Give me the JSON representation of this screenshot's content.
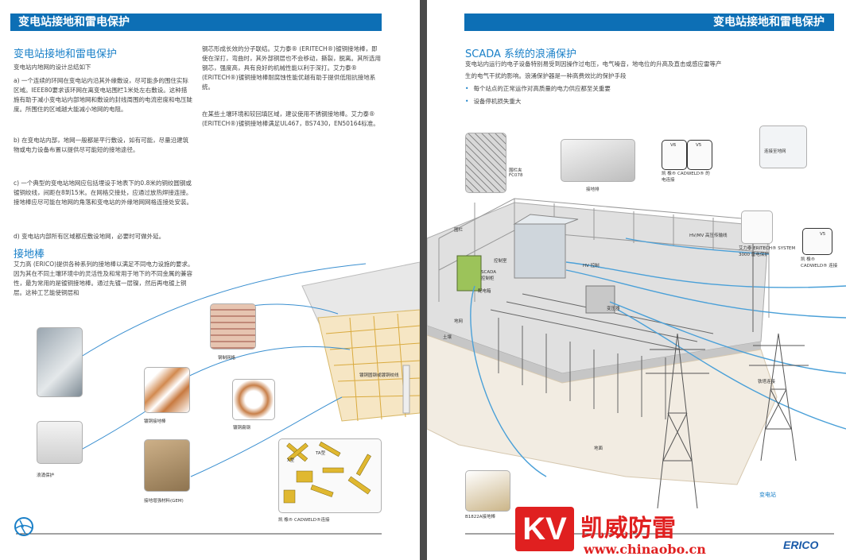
{
  "left_page": {
    "header": "变电站接地和雷电保护",
    "section1_title": "变电站接地和雷电保护",
    "intro": "变电站内地网的设计总结如下",
    "para_a": "a) 一个连续的环网在变电站内沿其外缘敷设，尽可能多的围住实际区域。IEEE80要求该环网在离变电站围栏1米处左右敷设。这种措施有助于减小变电站内部地网和敷设的封线周围的电流密度和电压陡度。所围住的区域越大能减小地网的电阻。",
    "para_b": "b) 在变电站内部，地网一般都是平行敷设，如有可能，尽量沿建筑物或电力设备布置以提供尽可能短的接地途径。",
    "para_c": "c) 一个典型的变电站地网应包括埋设于地表下的0.8米的铜绞圆钢或镀铜绞线，间距在8到15米。在网格交接处，应通过放热焊接连接。接地棒应尽可能在地网的角落和变电站的外缘地网网格连接处安装。",
    "para_d": "d) 变电站内部所有区域都应敷设地网，必要时可做外延。",
    "section2_title": "接地棒",
    "rod_text": "艾力高 (ERICO)提供各种系列的接地棒以满足不同电力设施的要求。因为其在不同土壤环境中的灵活性及和常用于地下的不同金属的兼容性，最为常用的是镀铜接地棒。通过先镀一层镍，然后再电镀上铜层。这种工艺能使铜层和",
    "col2_p1": "钢芯形成长效的分子联结。艾力泰® (ERITECH®)镀铜接地棒，即使在深打，弯曲时，其外部铜层也不会移动，撕裂，脱离。其所选用钢芯，强度高，具有良好的机械性能以利于深打。艾力泰® (ERITECH®)镀铜接地棒耐腐蚀性能优越有助于提供低阻抗接地系统。",
    "col2_p2": "在某些土壤环境和较回填区域，建议使用不锈钢接地棒。艾力泰® (ERITECH®)镀铜接地棒满足UL467，BS7430，EN50164标准。",
    "captions": {
      "surge": "浪涌保护",
      "steel_mesh": "钢制网格",
      "copper_rod": "镀铜接地棒",
      "copper_strip": "镀铜扁钢",
      "enhancer": "接地增强材料(GEM)",
      "cadweld": "凯 橡® CADWELD®连接",
      "copper_wire": "镀铜圆钢或镀铜绞线",
      "x_label": "X型",
      "t_label": "TA型"
    }
  },
  "right_page": {
    "header": "变电站接地和雷电保护",
    "section_title": "SCADA 系统的浪涌保护",
    "intro": "变电站内运行的电子设备特别易受到因操作过电压，电气噪音，地电位的升高及直击或感应雷等产生的电气干扰的影响。浪涌保护器是一种高费效比的保护手段",
    "bullets": [
      "每个站点的正常运作对高质量的电力供应都至关重要",
      "设备停机损失重大"
    ],
    "captions": {
      "connect_grid": "连接至地网",
      "fence_clamp": "围栏夹 FC078",
      "ground_plate": "接地排",
      "cadweld_top": "凯 橡® CADWELD® 的 电连接",
      "v6": "V6",
      "v5": "V5",
      "v5_2": "V5",
      "fence": "围栏",
      "lv_hv": "HV/MV 高压传输线",
      "eritech_system": "艾力泰 ERITECH® SYSTEM 3000 雷电保护",
      "cadweld_right": "凯 橡® CADWELD® 连接",
      "scada": "SCADA 控制柜",
      "control_building": "控制室",
      "junction_box": "配电箱",
      "hv_control": "HV 控制",
      "transformer": "变压器",
      "grid_ring": "地网",
      "soil": "土壤",
      "rod_label": "接地棒",
      "b1822a": "B1822A接地棒",
      "substation": "变电站",
      "tower_bond": "铁塔连接",
      "earth": "地面"
    },
    "brand": "ERICO"
  },
  "watermark": {
    "logo": "KV",
    "name": "凯威防雷",
    "url": "www.chinaobo.cn"
  },
  "colors": {
    "header_blue": "#0d6fb5",
    "title_blue": "#1a80c8",
    "watermark_red": "#e02020"
  }
}
